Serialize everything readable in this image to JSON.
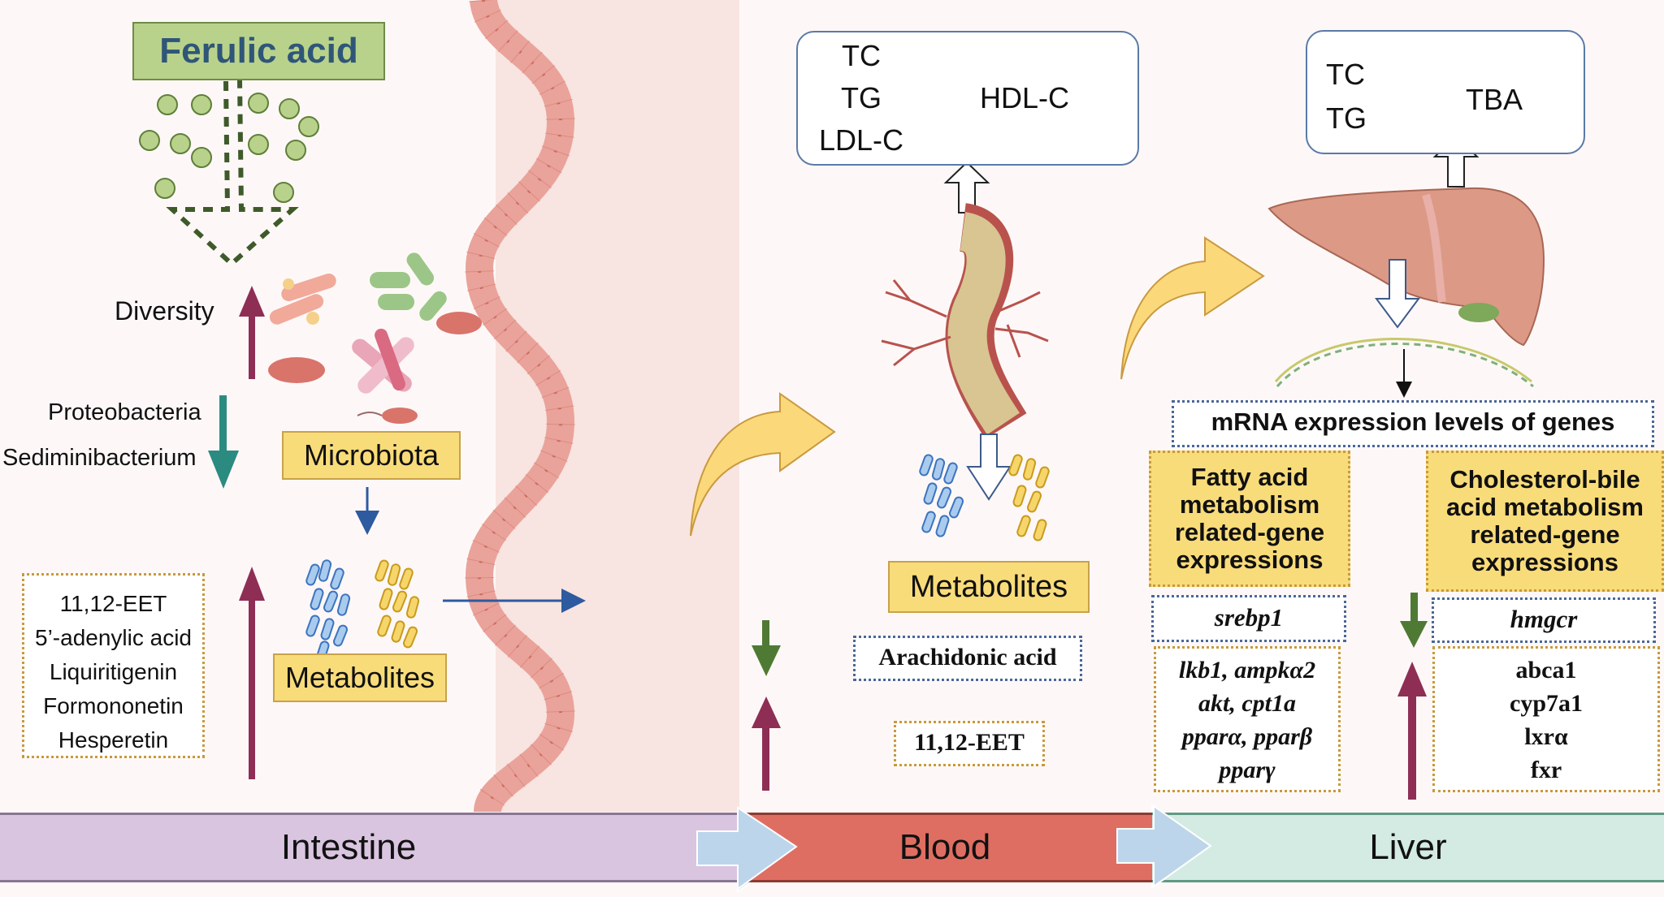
{
  "colors": {
    "up_arrow": "#8e2e55",
    "down_arrow_teal": "#2b8b80",
    "down_arrow_green": "#4f7a34",
    "yellow_box": "#f9dc7a",
    "green_box": "#b9d28b",
    "title_text": "#2f5678",
    "intestine_bar": "#d9c5e0",
    "blood_bar": "#df6e62",
    "liver_bar": "#d3ebe2",
    "flow_arrow": "#bcd5ea"
  },
  "intestine": {
    "title": "Ferulic acid",
    "diversity_label": "Diversity",
    "decreased_taxa": [
      "Proteobacteria",
      "Sediminibacterium"
    ],
    "microbiota_label": "Microbiota",
    "metabolites_label": "Metabolites",
    "increased_metabolites": [
      "11,12-EET",
      "5’-adenylic acid",
      "Liquiritigenin",
      "Formononetin",
      "Hesperetin"
    ]
  },
  "blood": {
    "lipids_down": [
      "TC",
      "TG",
      "LDL-C"
    ],
    "lipids_up": "HDL-C",
    "metabolites_label": "Metabolites",
    "decreased": "Arachidonic acid",
    "increased": "11,12-EET"
  },
  "liver": {
    "lipids_down": [
      "TC",
      "TG"
    ],
    "lipids_up": "TBA",
    "mrna_title": "mRNA expression levels of genes",
    "fatty_acid_title": [
      "Fatty acid",
      "metabolism",
      "related-gene",
      "expressions"
    ],
    "cholesterol_title": [
      "Cholesterol-bile",
      "acid metabolism",
      "related-gene",
      "expressions"
    ],
    "fatty_down_gene": "srebp1",
    "chol_down_gene": "hmgcr",
    "fatty_up_genes": [
      "lkb1, ampkα2",
      "akt, cpt1a",
      "pparα, pparβ",
      "pparγ"
    ],
    "chol_up_genes": [
      "abca1",
      "cyp7a1",
      "lxrα",
      "fxr"
    ]
  },
  "bottom_bar": {
    "stages": [
      "Intestine",
      "Blood",
      "Liver"
    ]
  }
}
